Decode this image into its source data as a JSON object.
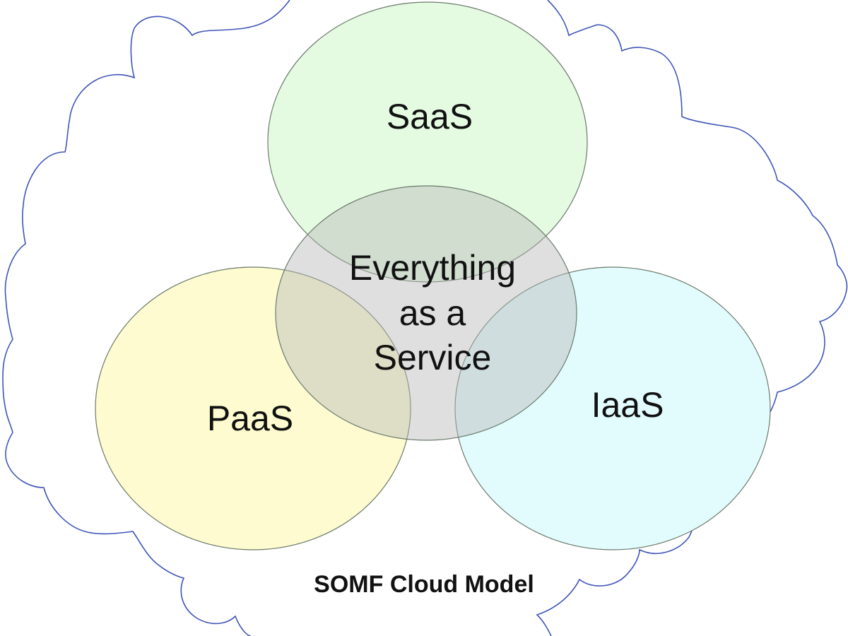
{
  "diagram": {
    "title": "SOMF Cloud Model",
    "cloud": {
      "stroke_color": "#3f55b8"
    },
    "circles": [
      {
        "id": "saas",
        "label": "SaaS",
        "fill": "#e4fbe2"
      },
      {
        "id": "paas",
        "label": "PaaS",
        "fill": "#fdfbcf"
      },
      {
        "id": "iaas",
        "label": "IaaS",
        "fill": "#e2fcfe"
      },
      {
        "id": "xaas",
        "label_lines": [
          "Everything",
          "as a",
          "Service"
        ],
        "fill": "#b8b8b8"
      }
    ],
    "circle_stroke": "#6b7a6b"
  }
}
